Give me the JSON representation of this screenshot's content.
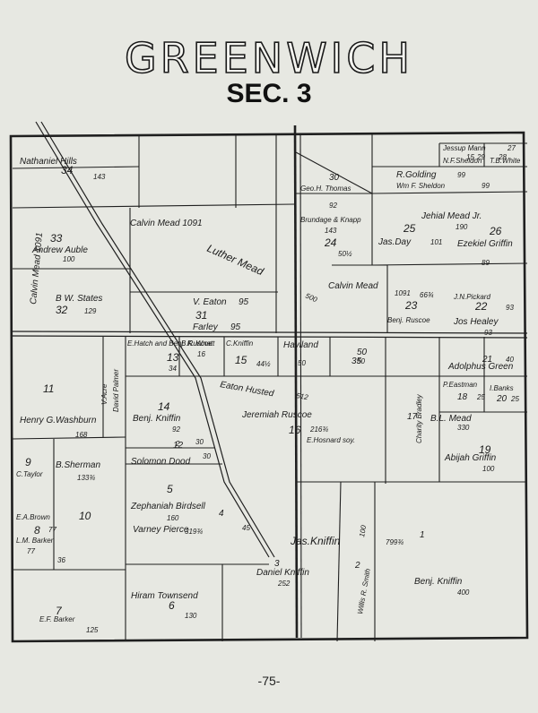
{
  "title": "GREENWICH",
  "subtitle": "SEC. 3",
  "page_number": "-75-",
  "owners": {
    "nathaniel_hills": "Nathaniel Hills",
    "calvin_mead_1091": "Calvin Mead 1091",
    "andrew_auble": "Andrew Auble",
    "luther_mead": "Luther Mead",
    "calvin_mead_vertical": "Calvin Mead 1091",
    "b_w_states": "B W. States",
    "v_eaton": "V. Eaton",
    "farley": "Farley",
    "geo_h_thomas": "Geo.H. Thomas",
    "brundage_knapp": "Brundage & Knapp",
    "r_golding": "R.Golding",
    "wm_f_sheldon": "Wm F. Sheldon",
    "jehial_mead": "Jehial Mead Jr.",
    "jas_day": "Jas.Day",
    "ezekiel_griffin": "Ezekiel Griffin",
    "calvin_mead": "Calvin Mead",
    "benj_ruscoe": "Benj. Ruscoe",
    "j_n_pickard": "J.N.Pickard",
    "jos_healey": "Jos Healey",
    "calvin_mead_left": "Calvin Mead",
    "e_hatch": "E.Hatch and Benj. K. Wnatt",
    "b_ruscoe": "B.Ruscoe",
    "c_kniffin": "C.Kniffin",
    "haviland": "Haviland",
    "adolphus_green": "Adolphus Green",
    "eaton_husted": "Eaton Husted",
    "v_acre": "V.Acre",
    "david_palmer": "David Palmer",
    "henry_washburn": "Henry G.Washburn",
    "benj_kniffin_14": "Benj. Kniffin",
    "jeremiah_ruscoe": "Jeremiah Ruscoe",
    "e_hosnard": "E.Hosnard soy.",
    "charity_bradley": "Charity Bradley",
    "b_l_mead": "B.L. Mead",
    "p_eastman": "P.Eastman",
    "i_banks": "I.Banks",
    "abijah_griffin": "Abijah Griffin",
    "c_taylor": "C.Taylor",
    "b_sherman": "B.Sherman",
    "solomon_dood": "Solomon Dood",
    "zephaniah_birdsell": "Zephaniah Birdsell",
    "varney_pierce": "Varney Pierce",
    "e_a_brown": "E.A.Brown",
    "l_m_barker": "L.M. Barker",
    "jas_kniffin": "Jas.Kniffin",
    "daniel_kniffin": "Daniel Kniffin",
    "willis_smith": "Willis R. Smith",
    "benj_kniffin_1": "Benj. Kniffin",
    "hiram_townsend": "Hiram Townsend",
    "e_f_barker": "E.F. Barker",
    "jessup_mann": "Jessup Mann",
    "n_f_sheldon": "N.F.Sheldon",
    "t_b_white": "T.B.White"
  },
  "lot_numbers": {
    "l34": "34",
    "l33": "33",
    "l32": "32",
    "l31": "31",
    "l30": "30",
    "l24": "24",
    "l25": "25",
    "l26": "26",
    "l23": "23",
    "l22": "22",
    "l13": "13",
    "l15": "15",
    "l50": "50",
    "l35": "35",
    "l21": "21",
    "l11": "11",
    "l14": "14",
    "l16": "16",
    "l17": "17",
    "l18": "18",
    "l20": "20",
    "l19": "19",
    "l12": "12",
    "l9": "9",
    "l8": "8",
    "l10": "10",
    "l5": "5",
    "l4": "4",
    "l3": "3",
    "l2": "2",
    "l1": "1",
    "l6": "6",
    "l7": "7",
    "l28": "28",
    "l29": "29",
    "l27": "27"
  },
  "acreages": {
    "a143": "143",
    "a100": "100",
    "a129": "129",
    "a95a": "95",
    "a95b": "95",
    "a92": "92",
    "a143b": "143",
    "a50half": "50½",
    "a99a": "99",
    "a99b": "99",
    "a190": "190",
    "a101": "101",
    "a89": "89",
    "a1091": "1091",
    "a66": "66¾",
    "a93a": "93",
    "a93b": "93",
    "a500": "500",
    "a16": "16",
    "a44": "44½",
    "a50": "50",
    "a40": "40",
    "a512": "512",
    "a168": "168",
    "a92b": "92",
    "a216": "216¾",
    "a330": "330",
    "a25a": "25",
    "a25b": "25",
    "a100b": "100",
    "a1335": "133¾",
    "a30": "30",
    "a160": "160",
    "a319": "319¾",
    "a77a": "77",
    "a77b": "77",
    "a36": "36",
    "a799": "799¾",
    "a252": "252",
    "a100c": "100",
    "a400": "400",
    "a130": "130",
    "a125": "125",
    "a45": "45",
    "a30b": "30",
    "a2": "2",
    "a15": "15",
    "a50b": "50",
    "a34": "34"
  }
}
